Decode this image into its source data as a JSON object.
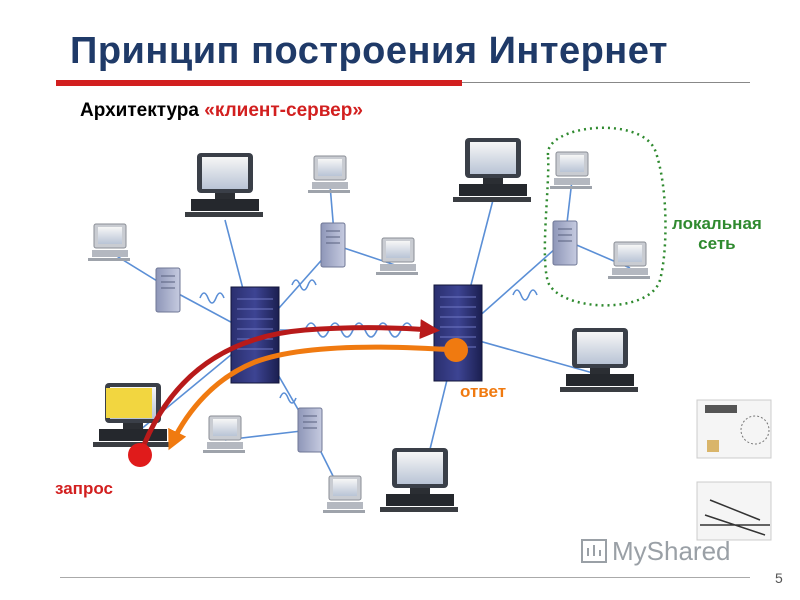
{
  "slide": {
    "title": "Принцип построения Интернет",
    "subtitle_prefix": "Архитектура ",
    "subtitle_accent": "«клиент-сервер»",
    "page_number": "5",
    "watermark": "MyShared"
  },
  "labels": {
    "local_network_line1": "локальная",
    "local_network_line2": "сеть",
    "request": "запрос",
    "response": "ответ"
  },
  "colors": {
    "title": "#1f3a68",
    "accent_red": "#d21f1f",
    "request_arrow": "#b81a1a",
    "response_arrow": "#f07a10",
    "local_network_border": "#2f8a2f",
    "wire": "#5b8fd6"
  }
}
